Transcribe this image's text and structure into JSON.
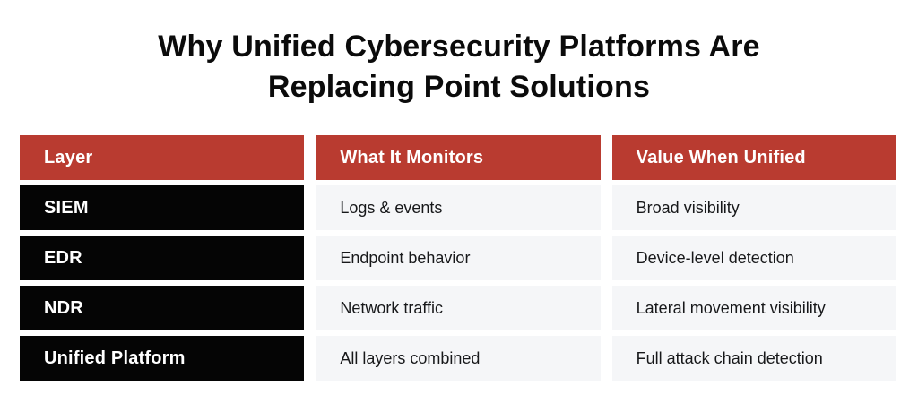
{
  "title": {
    "full": "Why Unified Cybersecurity Platforms Are Replacing Point Solutions",
    "lines": [
      "Why Unified Cybersecurity Platforms Are",
      "Replacing Point Solutions"
    ]
  },
  "colors": {
    "accent_red": "#B93B30",
    "row_black": "#050505",
    "row_gray": "#F5F6F8",
    "title_ink": "#0b0b0b"
  },
  "chart_data": {
    "type": "table",
    "title": "Why Unified Cybersecurity Platforms Are Replacing Point Solutions",
    "columns": [
      "Layer",
      "What It Monitors",
      "Value When Unified"
    ],
    "rows": [
      [
        "SIEM",
        "Logs & events",
        "Broad visibility"
      ],
      [
        "EDR",
        "Endpoint behavior",
        "Device-level detection"
      ],
      [
        "NDR",
        "Network traffic",
        "Lateral movement visibility"
      ],
      [
        "Unified Platform",
        "All layers combined",
        "Full attack chain detection"
      ]
    ],
    "layout_hints": {
      "header_style": "red banner, white bold text",
      "first_column_rows": "black background, white bold text",
      "other_rows": "light gray background, dark text",
      "grid": "off, cells separated by white gaps"
    }
  }
}
